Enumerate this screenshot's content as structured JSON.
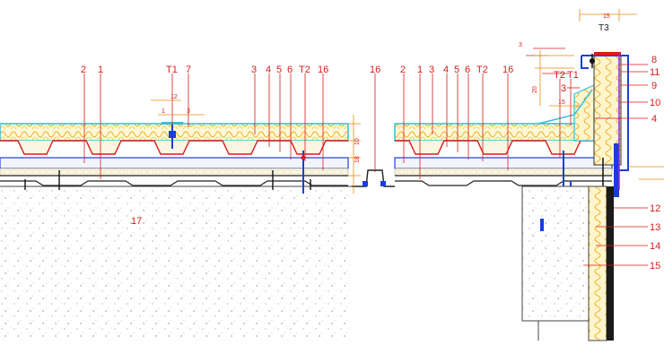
{
  "drawing": {
    "callouts_left": [
      "2",
      "1",
      "T1",
      "7",
      "3",
      "4",
      "5",
      "6",
      "T2",
      "16"
    ],
    "callout_mid": "16",
    "callouts_right": [
      "2",
      "1",
      "3",
      "4",
      "5",
      "6",
      "T2",
      "16",
      "T2",
      "T1"
    ],
    "callouts_side": [
      "8",
      "11",
      "9",
      "10",
      "4"
    ],
    "callout_3": "3",
    "callouts_wall": [
      "12",
      "13",
      "14",
      "15"
    ],
    "callout_17": "17",
    "top_label": "T3",
    "dims": {
      "d15": "15",
      "d3_top": "3",
      "d20": "20",
      "d15_mid": "15",
      "d12": "12",
      "d1": "1",
      "d3_small": "3",
      "d10": "10",
      "d18": "18"
    }
  }
}
